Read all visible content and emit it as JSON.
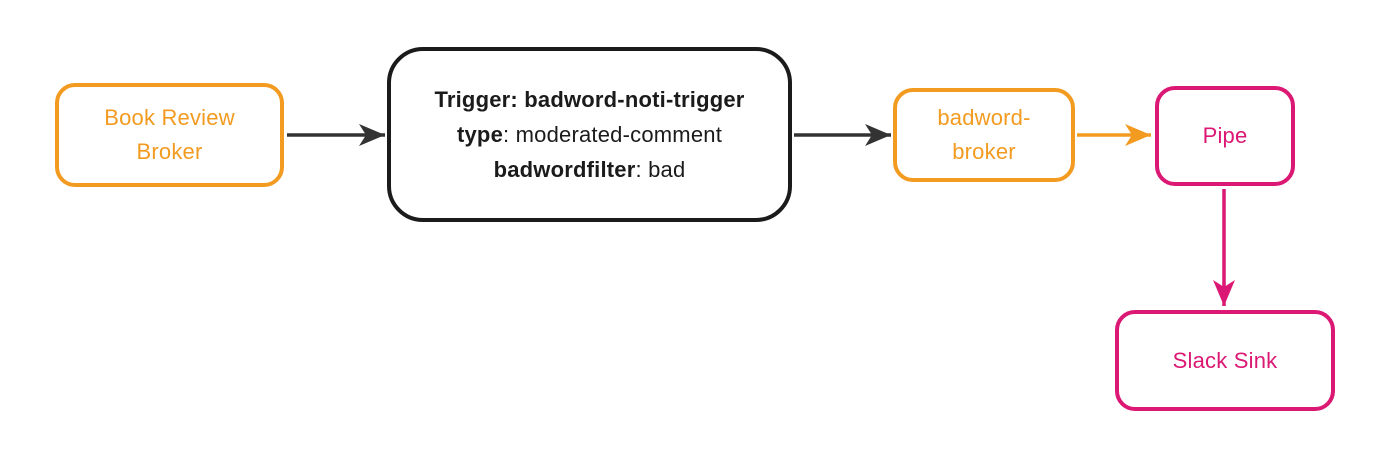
{
  "colors": {
    "orange": "#F39B21",
    "pink": "#DB1873",
    "ink": "#1B1B1B",
    "arrowDark": "#333333",
    "bg": "#FFFFFF"
  },
  "nodes": {
    "book_review_broker": {
      "lines": [
        "Book Review",
        "Broker"
      ]
    },
    "trigger": {
      "lines": [
        {
          "bold": "Trigger: badword-noti-trigger",
          "rest": ""
        },
        {
          "bold": "type",
          "rest": ": moderated-comment"
        },
        {
          "bold": "badwordfilter",
          "rest": ": bad"
        }
      ]
    },
    "badword_broker": {
      "lines": [
        "badword-",
        "broker"
      ]
    },
    "pipe": {
      "label": "Pipe"
    },
    "slack_sink": {
      "label": "Slack Sink"
    }
  },
  "edges": [
    {
      "from": "book-review-broker",
      "to": "trigger",
      "color": "arrowDark",
      "direction": "right"
    },
    {
      "from": "trigger",
      "to": "badword-broker",
      "color": "arrowDark",
      "direction": "right"
    },
    {
      "from": "badword-broker",
      "to": "pipe",
      "color": "orange",
      "direction": "right"
    },
    {
      "from": "pipe",
      "to": "slack-sink",
      "color": "pink",
      "direction": "down"
    }
  ]
}
